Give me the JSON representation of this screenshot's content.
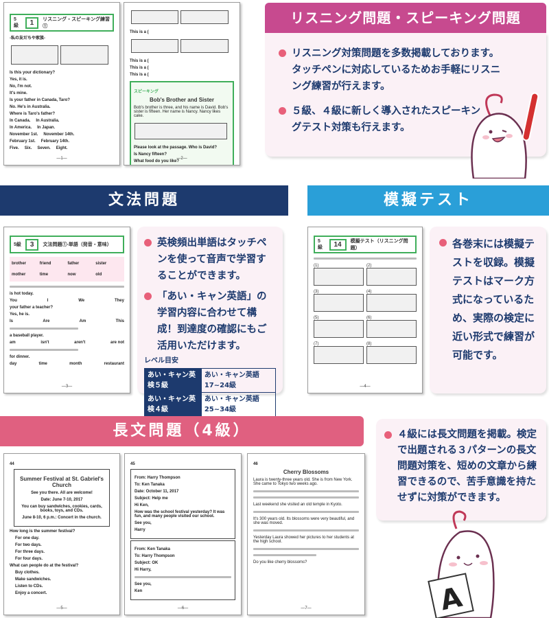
{
  "listening": {
    "banner": "リスニング問題・スピーキング問題",
    "bullets": [
      "リスニング対策問題を多数掲載しております。タッチペンに対応しているためお手軽にリスニング練習が行えます。",
      "５級、４級に新しく導入されたスピーキングテスト対策も行えます。"
    ],
    "sheet1": {
      "grade": "5級",
      "unit": "1",
      "title": "リスニング・スピーキング練習①",
      "subtitle": "-私の友だちや家族-",
      "lines": [
        "Is this your dictionary?",
        "Yes, it is.",
        "No, I'm not.",
        "It's mine.",
        "Is your father in Canada, Taro?",
        "No. He's in Australia.",
        "Where is Taro's father?",
        "In Canada.",
        "In Australia.",
        "In America.",
        "In Japan.",
        "November 1st.",
        "November 14th.",
        "February 1st.",
        "February 14th.",
        "Five.",
        "Six.",
        "Seven.",
        "Eight."
      ],
      "page": "—1—"
    },
    "sheet2": {
      "lines": [
        "This is a (",
        "This is a (",
        "This is a (",
        "This is a ("
      ],
      "section": "スピーキング",
      "passage_title": "Bob's Brother and Sister",
      "passage": "Bob's brother is three, and his name is David. Bob's sister is fifteen. Her name is Nancy. Nancy likes cake.",
      "questions": [
        "Please look at the passage. Who is David?",
        "Is Nancy fifteen?",
        "What food do you like?"
      ],
      "page": "—2—"
    }
  },
  "grammar": {
    "banner": "文法問題",
    "bullets": [
      "英検頻出単語はタッチペンを使って音声で学習することができます。",
      "「あい・キャン英語」の学習内容に合わせて構成！到達度の確認にもご活用いただけます。"
    ],
    "level_label": "レベル目安",
    "levels": [
      {
        "left": "あい・キャン英検５級",
        "right": "あい・キャン英語 17~24級"
      },
      {
        "left": "あい・キャン英検４級",
        "right": "あい・キャン英語 25~34級"
      }
    ],
    "sheet": {
      "grade": "5級",
      "unit": "3",
      "title": "文法問題①-単語（発音・意味）",
      "words": [
        "brother",
        "friend",
        "father",
        "sister",
        "mother",
        "time",
        "now",
        "old"
      ],
      "lines": [
        "is hot today.",
        "You",
        "I",
        "We",
        "They",
        "your father a teacher?",
        "Yes, he is.",
        "Is",
        "Are",
        "Am",
        "This",
        "a baseball player.",
        "am",
        "isn't",
        "aren't",
        "are not",
        "for dinner.",
        "day",
        "time",
        "month",
        "restaurant"
      ],
      "page": "—3—"
    }
  },
  "mock": {
    "banner": "模擬テスト",
    "bullets": [
      "各巻末には模擬テストを収録。模擬テストはマーク方式になっているため、実際の検定に近い形式で練習が可能です。"
    ],
    "sheet": {
      "grade": "5級",
      "unit": "14",
      "title": "模擬テスト（リスニング問題）",
      "items": [
        "(1)",
        "(2)",
        "(3)",
        "(4)",
        "(5)",
        "(6)",
        "(7)",
        "(8)"
      ],
      "page": "—4—"
    }
  },
  "long": {
    "banner": "長文問題（4級）",
    "bullets": [
      "４級には長文問題を掲載。検定で出題される３パターンの長文問題対策を、短めの文章から練習できるので、苦手意識を持たせずに対策ができます。"
    ],
    "sheet1": {
      "num": "44",
      "title": "Summer Festival at St. Gabriel's Church",
      "lines": [
        "See you there. All are welcome!",
        "Date: June 7-10, 2017",
        "You can buy sandwiches, cookies, cards, books, toys, and CDs.",
        "June 8-10, 6 p.m.: Concert in the church."
      ],
      "questions": [
        "How long is the summer festival?",
        "For one day.",
        "For two days.",
        "For three days.",
        "For four days.",
        "What can people do at the festival?",
        "Buy clothes.",
        "Make sandwiches.",
        "Listen to CDs.",
        "Enjoy a concert."
      ],
      "page": "—5—"
    },
    "sheet2": {
      "num": "45",
      "lines": [
        "From: Harry Thompson",
        "To: Ken Tanaka",
        "Date: October 11, 2017",
        "Subject: Help me",
        "Hi Ken,",
        "How was the school festival yesterday? It was fun, and many people visited our school.",
        "See you,",
        "Harry",
        "From: Ken Tanaka",
        "To: Harry Thompson",
        "Subject: OK",
        "Hi Harry,",
        "See you,",
        "Ken"
      ],
      "page": "—6—"
    },
    "sheet3": {
      "num": "46",
      "title": "Cherry Blossoms",
      "lines": [
        "Laura is twenty-three years old. She is from New York. She came to Tokyo two weeks ago.",
        "Last weekend she visited an old temple in Kyoto.",
        "It's 300 years old. Its blossoms were very beautiful, and she was moved.",
        "Yesterday Laura showed her pictures to her students at the high school.",
        "Do you like cherry blossoms?"
      ],
      "page": "—7—"
    }
  },
  "colors": {
    "pink": "#c74a8f",
    "navy": "#1d3a6e",
    "blue": "#2a9fd8",
    "coral": "#e06080",
    "panel": "#fbf1f6",
    "text": "#1d3a6e",
    "bullet": "#e8607a",
    "sheet_green": "#3fae5a"
  },
  "icons": [
    "mascot-with-touch-pen",
    "mascot-holding-answer-card"
  ],
  "mascot_card_letter": "A"
}
